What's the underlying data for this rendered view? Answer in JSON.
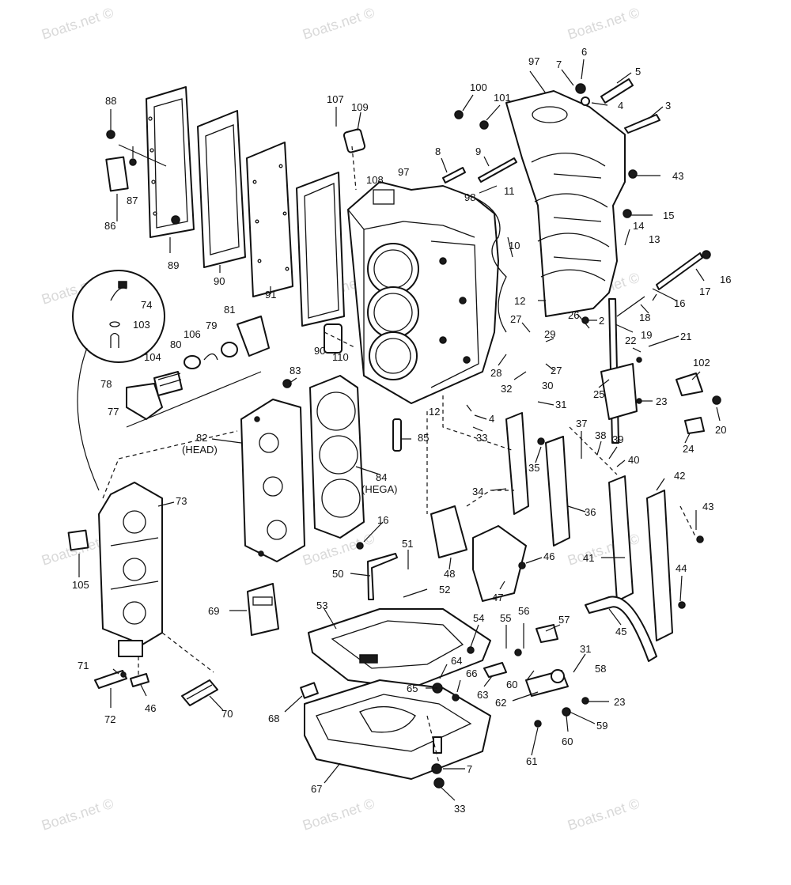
{
  "watermark": "Boats.net ©",
  "colors": {
    "ink": "#111111",
    "paper": "#ffffff",
    "watermark": "#d9d9d9"
  },
  "callouts": [
    "97",
    "7",
    "6",
    "5",
    "4",
    "3",
    "100",
    "101",
    "88",
    "107",
    "109",
    "8",
    "9",
    "43",
    "108",
    "97",
    "98",
    "11",
    "15",
    "87",
    "86",
    "89",
    "90",
    "91",
    "14",
    "13",
    "10",
    "16",
    "17",
    "16",
    "74",
    "103",
    "81",
    "106",
    "79",
    "80",
    "104",
    "90",
    "110",
    "12",
    "26",
    "2",
    "18",
    "19",
    "27",
    "29",
    "22",
    "21",
    "28",
    "27",
    "32",
    "30",
    "102",
    "78",
    "77",
    "83",
    "12",
    "4",
    "31",
    "25",
    "23",
    "20",
    "82 (HEAD)",
    "84 (HEGA)",
    "85",
    "33",
    "37",
    "38",
    "39",
    "24",
    "35",
    "40",
    "73",
    "34",
    "36",
    "42",
    "43",
    "16",
    "51",
    "105",
    "50",
    "48",
    "52",
    "47",
    "46",
    "41",
    "44",
    "69",
    "53",
    "45",
    "54",
    "55",
    "56",
    "57",
    "64",
    "31",
    "58",
    "71",
    "65",
    "66",
    "60",
    "63",
    "62",
    "23",
    "72",
    "46",
    "70",
    "68",
    "59",
    "60",
    "61",
    "7",
    "67",
    "33"
  ]
}
